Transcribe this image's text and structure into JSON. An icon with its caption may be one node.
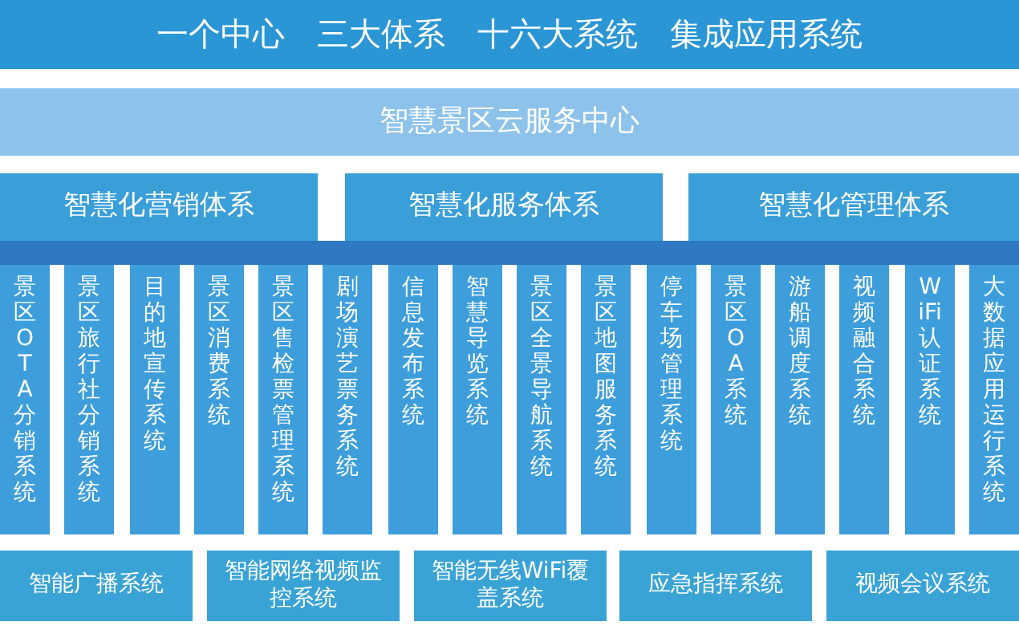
{
  "diagram": {
    "nodes": [
      {
        "text": [
          "一个中心　三大体系　十六大系统　集成应用系统"
        ]
      },
      {
        "text": [
          "智慧景区云服务中心"
        ]
      },
      {
        "text": [
          "智慧化营销体系"
        ]
      },
      {
        "text": [
          "智慧化服务体系"
        ]
      },
      {
        "text": [
          "智慧化管理体系"
        ]
      },
      {
        "text": [
          "景区OTA分销系统"
        ]
      },
      {
        "text": [
          "景区旅行社分销系统"
        ]
      },
      {
        "text": [
          "目的地宣传系统"
        ]
      },
      {
        "text": [
          "景区消费系统"
        ]
      },
      {
        "text": [
          "景区售检票管理系统"
        ]
      },
      {
        "text": [
          "剧场演艺票务系统"
        ]
      },
      {
        "text": [
          "信息发布系统"
        ]
      },
      {
        "text": [
          "智慧导览系统"
        ]
      },
      {
        "text": [
          "景区全景导航系统"
        ]
      },
      {
        "text": [
          "景区地图服务系统"
        ]
      },
      {
        "text": [
          "停车场管理系统"
        ]
      },
      {
        "text": [
          "景区OA系统"
        ]
      },
      {
        "text": [
          "游船调度系统"
        ]
      },
      {
        "text": [
          "视频融合系统"
        ]
      },
      {
        "text": [
          "WiFi认证系统"
        ]
      },
      {
        "text": [
          "大数据应用运行系统"
        ]
      },
      {
        "text": [
          "智能广播系统"
        ]
      },
      {
        "text": [
          "智能网络视频监控系统"
        ]
      },
      {
        "text": [
          "智能无线WiFi覆盖系统"
        ]
      },
      {
        "text": [
          "应急指挥系统"
        ]
      },
      {
        "text": [
          "视频会议系统"
        ]
      }
    ]
  }
}
